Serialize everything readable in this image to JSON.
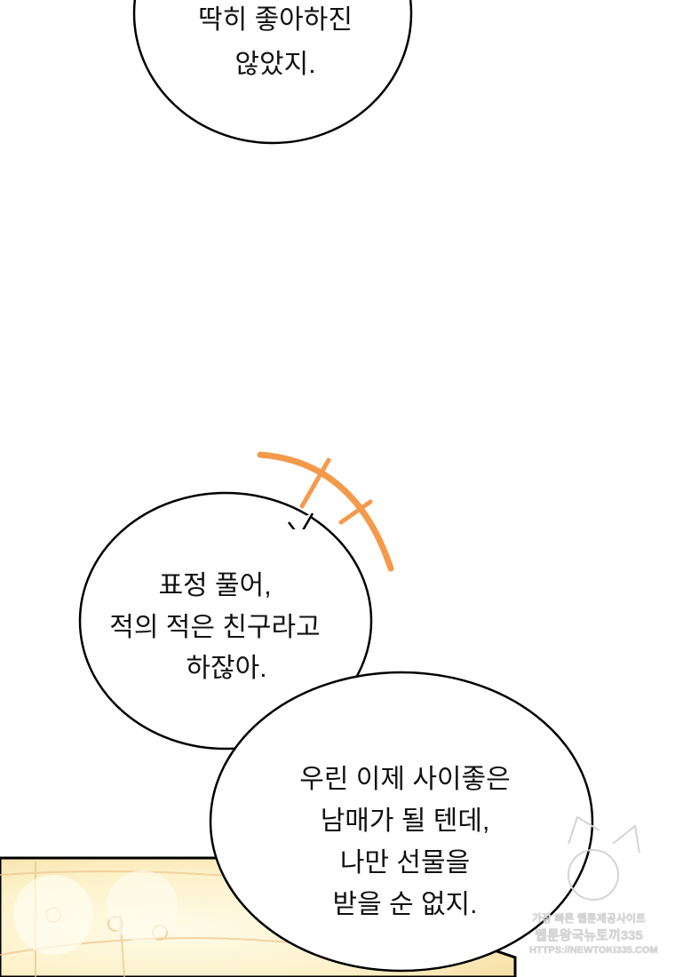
{
  "bubbles": [
    {
      "lines": [
        "딱히 좋아하진",
        "않았지."
      ]
    },
    {
      "lines": [
        "표정 풀어,",
        "적의 적은 친구라고",
        "하잖아."
      ]
    },
    {
      "lines": [
        "우린 이제 사이좋은",
        "남매가 될 텐데,",
        "나만 선물을",
        "받을 순 없지."
      ]
    }
  ],
  "watermark": {
    "line1": "가장 빠른 웹툰제공사이트",
    "line2": "웹툰왕국뉴토끼335",
    "line3": "HTTPS://NEWTOKI335.COM"
  },
  "colors": {
    "accent_stroke": "#f5994a",
    "panel_glow": "#fdf1c8",
    "outline": "#000000"
  }
}
